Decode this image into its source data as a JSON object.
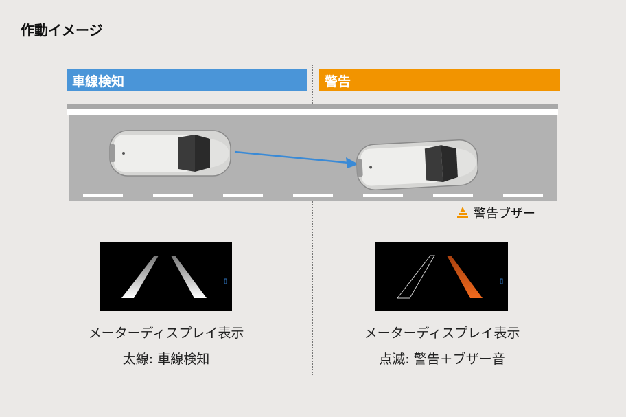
{
  "title": "作動イメージ",
  "left_bar": {
    "label": "車線検知",
    "color": "#4a95d8"
  },
  "right_bar": {
    "label": "警告",
    "color": "#f29400"
  },
  "buzzer": {
    "label": "警告ブザー",
    "icon": "buzzer-icon",
    "color": "#f29400"
  },
  "left_caption": {
    "line1": "メーターディスプレイ表示",
    "line2": "太線: 車線検知"
  },
  "right_caption": {
    "line1": "メーターディスプレイ表示",
    "line2": "点滅: 警告＋ブザー音"
  },
  "arrow_color": "#3a8ad6",
  "warning_line_color": "#f06a1e"
}
